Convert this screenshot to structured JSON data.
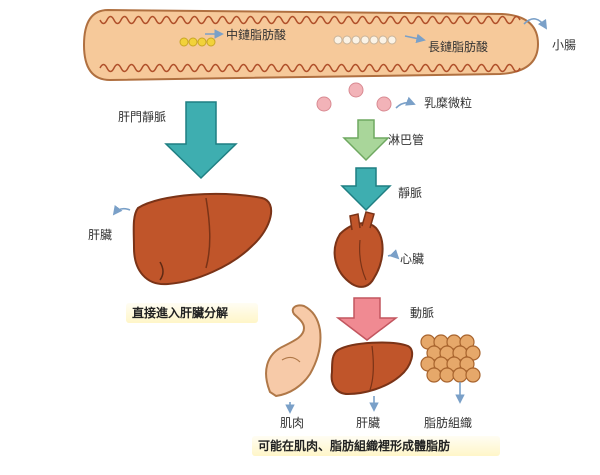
{
  "labels": {
    "mct": "中鏈脂肪酸",
    "lct": "長鏈脂肪酸",
    "small_intestine": "小腸",
    "hepatic_portal_vein": "肝門靜脈",
    "liver": "肝臟",
    "chylomicron": "乳糜微粒",
    "lymph": "淋巴管",
    "vein": "靜脈",
    "heart": "心臟",
    "artery": "動脈",
    "muscle": "肌肉",
    "liver2": "肝臟",
    "adipose": "脂肪組織"
  },
  "captions": {
    "direct": "直接進入肝臟分解",
    "tissues": "可能在肌肉、脂肪組織裡形成體脂肪"
  },
  "colors": {
    "intestine_fill": "#f6c99a",
    "intestine_outline": "#b07040",
    "teal_arrow": "#3eaeb0",
    "green_arrow": "#a9d69a",
    "pink_arrow": "#f08a92",
    "organ": "#c0552a",
    "fat_cell": "#e6a86a",
    "chylomicron": "#f2b3b8",
    "mct_dot": "#f2d23a",
    "lct_dot": "#fbf3e6"
  }
}
